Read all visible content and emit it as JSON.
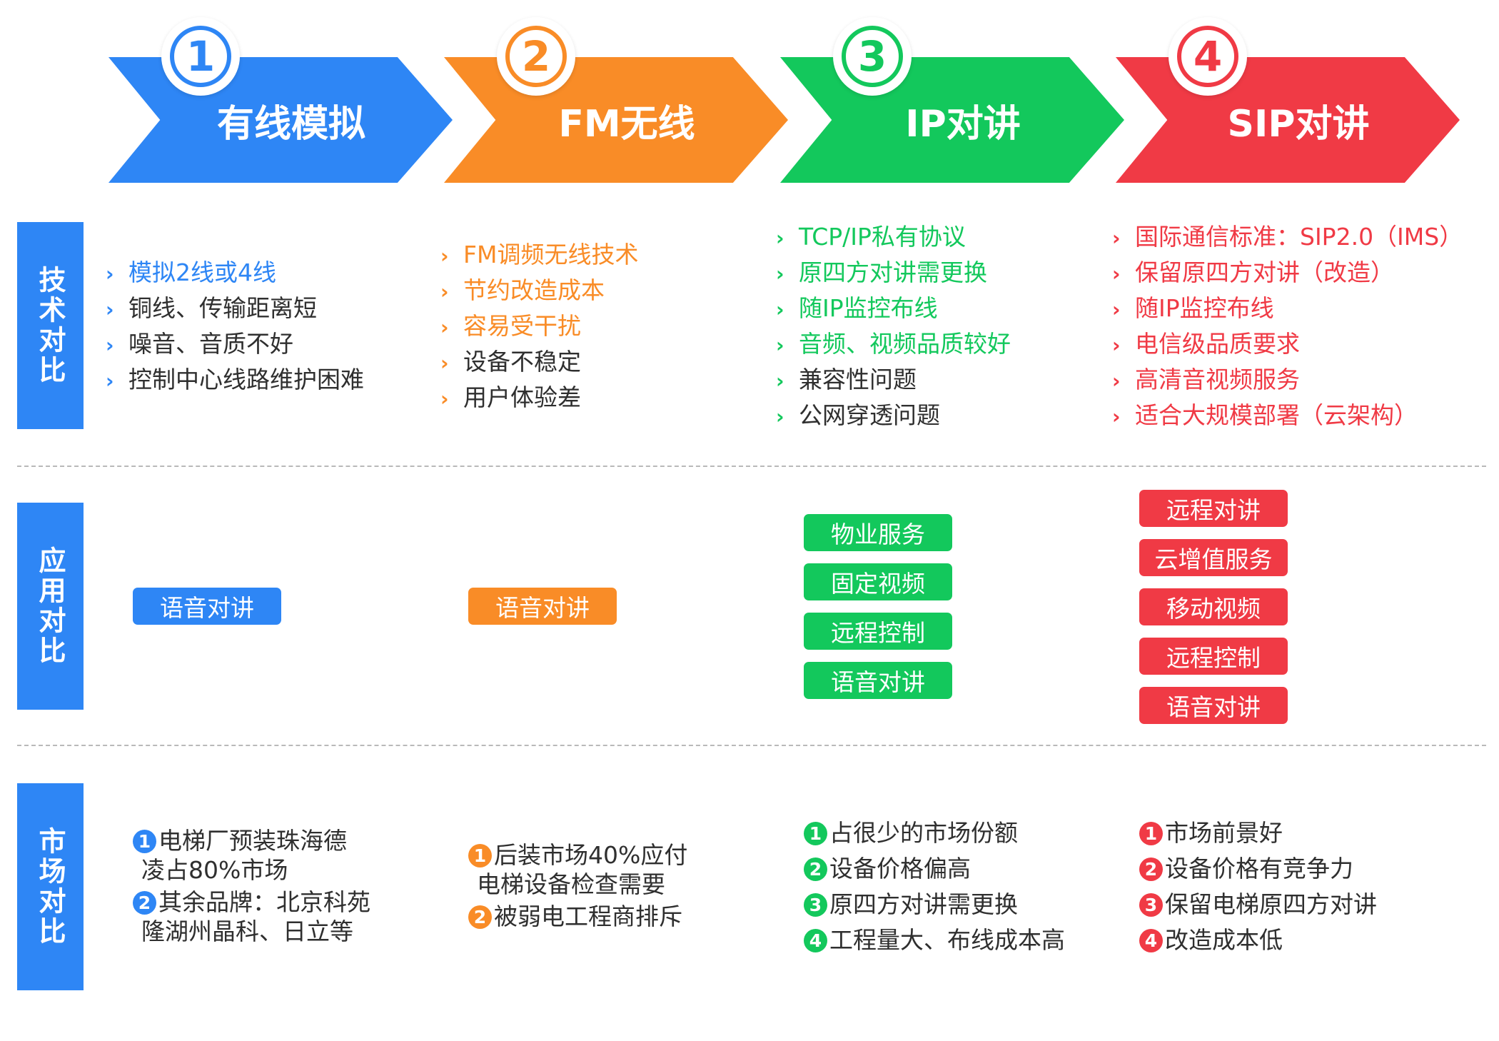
{
  "colors": {
    "blue": "#2e86f5",
    "orange": "#f98c27",
    "green": "#13c85c",
    "red": "#f03a45",
    "text": "#2f2f2f"
  },
  "stages": [
    {
      "number": "1",
      "title": "有线模拟"
    },
    {
      "number": "2",
      "title": "FM无线"
    },
    {
      "number": "3",
      "title": "IP对讲"
    },
    {
      "number": "4",
      "title": "SIP对讲"
    }
  ],
  "rows": {
    "tech": "技术对比",
    "app": "应用对比",
    "market": "市场对比"
  },
  "tech": [
    [
      "模拟2线或4线",
      "铜线、传输距离短",
      "噪音、音质不好",
      "控制中心线路维护困难"
    ],
    [
      "FM调频无线技术",
      "节约改造成本",
      "容易受干扰",
      "设备不稳定",
      "用户体验差"
    ],
    [
      "TCP/IP私有协议",
      "原四方对讲需更换",
      "随IP监控布线",
      "音频、视频品质较好",
      "兼容性问题",
      "公网穿透问题"
    ],
    [
      "国际通信标准：SIP2.0（IMS）",
      "保留原四方对讲（改造）",
      "随IP监控布线",
      "电信级品质要求",
      "高清音视频服务",
      "适合大规模部署（云架构）"
    ]
  ],
  "applications": [
    [
      "语音对讲"
    ],
    [
      "语音对讲"
    ],
    [
      "物业服务",
      "固定视频",
      "远程控制",
      "语音对讲"
    ],
    [
      "远程对讲",
      "云增值服务",
      "移动视频",
      "远程控制",
      "语音对讲"
    ]
  ],
  "market": [
    [
      {
        "num": "1",
        "lines": [
          "电梯厂预装珠海德",
          "凌占80%市场"
        ]
      },
      {
        "num": "2",
        "lines": [
          "其余品牌：北京科苑",
          "隆湖州晶科、日立等"
        ]
      }
    ],
    [
      {
        "num": "1",
        "lines": [
          "后装市场40%应付",
          "电梯设备检查需要"
        ]
      },
      {
        "num": "2",
        "lines": [
          "被弱电工程商排斥"
        ]
      }
    ],
    [
      {
        "num": "1",
        "lines": [
          "占很少的市场份额"
        ]
      },
      {
        "num": "2",
        "lines": [
          "设备价格偏高"
        ]
      },
      {
        "num": "3",
        "lines": [
          "原四方对讲需更换"
        ]
      },
      {
        "num": "4",
        "lines": [
          "工程量大、布线成本高"
        ]
      }
    ],
    [
      {
        "num": "1",
        "lines": [
          "市场前景好"
        ]
      },
      {
        "num": "2",
        "lines": [
          "设备价格有竞争力"
        ]
      },
      {
        "num": "3",
        "lines": [
          "保留电梯原四方对讲"
        ]
      },
      {
        "num": "4",
        "lines": [
          "改造成本低"
        ]
      }
    ]
  ]
}
